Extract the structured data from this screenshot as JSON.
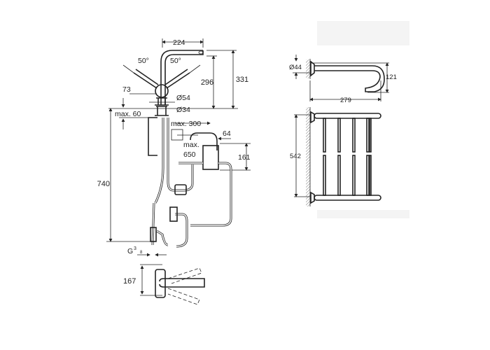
{
  "faucet": {
    "width_spout": "224",
    "angle_left": "50°",
    "angle_right": "50°",
    "height_296": "296",
    "height_331": "331",
    "lever_73": "73",
    "dia_54": "Ø54",
    "dia_34": "Ø34",
    "max_60": "max. 60",
    "height_740": "740",
    "max_300": "max. 300",
    "max_650_a": "max.",
    "max_650_b": "650",
    "dim_64": "64",
    "dim_161": "161",
    "thread_g": "G",
    "thread_num": "3",
    "thread_den": "8",
    "dim_167": "167"
  },
  "towel_rack": {
    "dia_44": "Ø44",
    "dim_121": "121",
    "dim_279": "279",
    "dim_542": "542"
  },
  "colors": {
    "line": "#222222",
    "placeholder": "#f4f4f4"
  }
}
